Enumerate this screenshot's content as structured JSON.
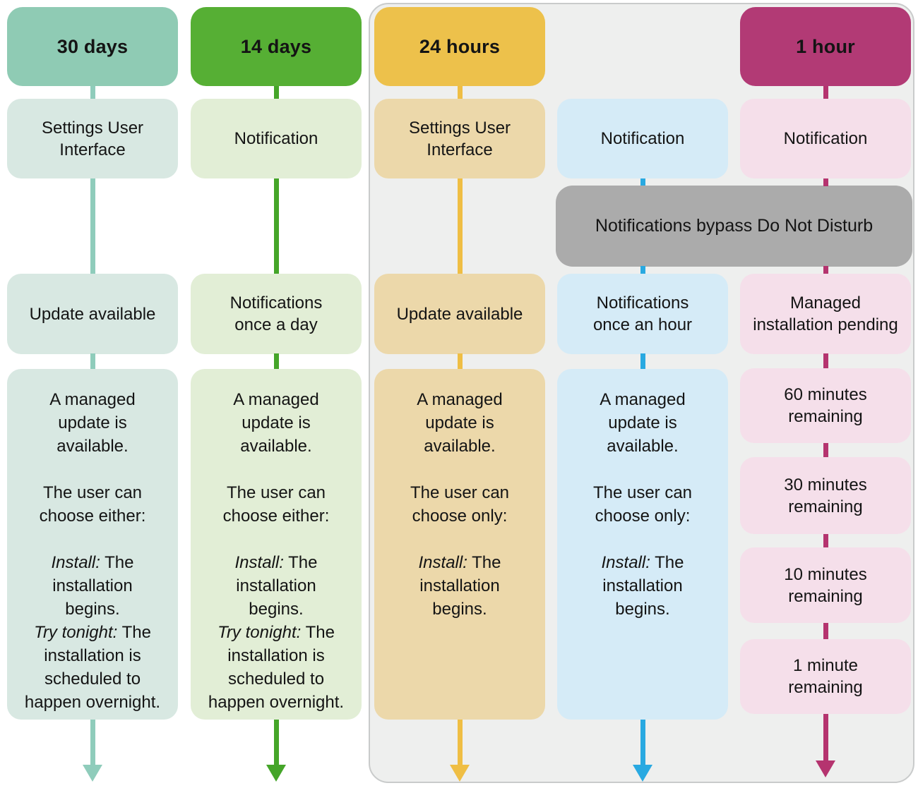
{
  "banner": {
    "label": "Notifications bypass Do Not Disturb"
  },
  "colors": {
    "teal_header": "#8FCBB4",
    "teal_box": "#D8E8E2",
    "teal_line": "#8FCCBB",
    "green_header": "#56AF34",
    "green_box": "#E2EED6",
    "green_line": "#45A529",
    "yellow_header": "#EDC14B",
    "tan_box": "#ECD8AA",
    "yellow_line": "#EFBE44",
    "blue_box": "#D5EBF7",
    "blue_line": "#29A9E1",
    "magenta_header": "#B23A75",
    "pink_box": "#F5DFEA",
    "magenta_line": "#B5346F",
    "banner_gray": "#ABABAB",
    "panel_bg": "#EEEFEE",
    "panel_border": "#C9CBCB",
    "text": "#141414"
  },
  "columns": [
    {
      "id": "30-days",
      "header": "30 days",
      "ui_box": {
        "lines": [
          "Settings User",
          "Interface"
        ]
      },
      "status_box": {
        "lines": [
          "Update available"
        ]
      },
      "detail": {
        "p1": [
          "A managed",
          "update is",
          "available."
        ],
        "p2": [
          "The user can",
          "choose either:"
        ],
        "p3": [
          {
            "em": "Install:",
            "rest": " The"
          },
          {
            "rest": "installation"
          },
          {
            "rest": "begins."
          },
          {
            "em": "Try tonight:",
            "rest": " The"
          },
          {
            "rest": "installation is"
          },
          {
            "rest": "scheduled to"
          },
          {
            "rest": "happen overnight."
          }
        ]
      }
    },
    {
      "id": "14-days",
      "header": "14 days",
      "ui_box": {
        "lines": [
          "Notification"
        ]
      },
      "status_box": {
        "lines": [
          "Notifications",
          "once a day"
        ]
      },
      "detail": {
        "p1": [
          "A managed",
          "update is",
          "available."
        ],
        "p2": [
          "The user can",
          "choose either:"
        ],
        "p3": [
          {
            "em": "Install:",
            "rest": " The"
          },
          {
            "rest": "installation"
          },
          {
            "rest": "begins."
          },
          {
            "em": "Try tonight:",
            "rest": " The"
          },
          {
            "rest": "installation is"
          },
          {
            "rest": "scheduled to"
          },
          {
            "rest": "happen overnight."
          }
        ]
      }
    },
    {
      "id": "24-hours",
      "header": "24 hours",
      "ui_box": {
        "lines": [
          "Settings User",
          "Interface"
        ]
      },
      "status_box": {
        "lines": [
          "Update available"
        ]
      },
      "detail": {
        "p1": [
          "A managed",
          "update is",
          "available."
        ],
        "p2": [
          "The user can",
          "choose only:"
        ],
        "p3": [
          {
            "em": "Install:",
            "rest": " The"
          },
          {
            "rest": "installation"
          },
          {
            "rest": "begins."
          }
        ]
      }
    },
    {
      "id": "hourly-notification",
      "ui_box": {
        "lines": [
          "Notification"
        ]
      },
      "status_box": {
        "lines": [
          "Notifications",
          "once an hour"
        ]
      },
      "detail": {
        "p1": [
          "A managed",
          "update is",
          "available."
        ],
        "p2": [
          "The user can",
          "choose only:"
        ],
        "p3": [
          {
            "em": "Install:",
            "rest": " The"
          },
          {
            "rest": "installation"
          },
          {
            "rest": "begins."
          }
        ]
      }
    },
    {
      "id": "1-hour",
      "header": "1 hour",
      "ui_box": {
        "lines": [
          "Notification"
        ]
      },
      "status_box": {
        "lines": [
          "Managed",
          "installation pending"
        ]
      },
      "countdown": [
        {
          "lines": [
            "60 minutes",
            "remaining"
          ]
        },
        {
          "lines": [
            "30 minutes",
            "remaining"
          ]
        },
        {
          "lines": [
            "10 minutes",
            "remaining"
          ]
        },
        {
          "lines": [
            "1 minute",
            "remaining"
          ]
        }
      ]
    }
  ]
}
